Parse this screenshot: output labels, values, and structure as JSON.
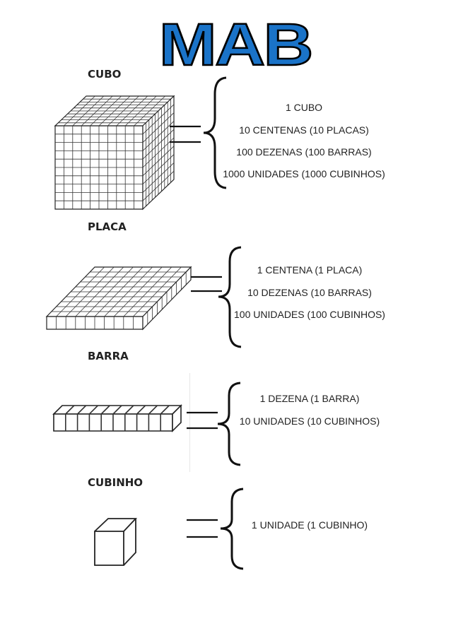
{
  "title": "MAB",
  "colors": {
    "title_fill": "#1a73c8",
    "title_stroke": "#000000"
  },
  "sections": [
    {
      "label": "CUBO",
      "icon": "cube-grid-icon",
      "lines": [
        "1 CUBO",
        "10 CENTENAS (10 PLACAS)",
        "100 DEZENAS (100 BARRAS)",
        "1000 UNIDADES (1000 CUBINHOS)"
      ]
    },
    {
      "label": "PLACA",
      "icon": "flat-grid-icon",
      "lines": [
        "1 CENTENA (1 PLACA)",
        "10 DEZENAS (10 BARRAS)",
        "100 UNIDADES (100 CUBINHOS)"
      ]
    },
    {
      "label": "BARRA",
      "icon": "rod-icon",
      "lines": [
        "1 DEZENA (1 BARRA)",
        "10 UNIDADES (10 CUBINHOS)"
      ]
    },
    {
      "label": "CUBINHO",
      "icon": "unit-cube-icon",
      "lines": [
        "1 UNIDADE (1 CUBINHO)"
      ]
    }
  ]
}
